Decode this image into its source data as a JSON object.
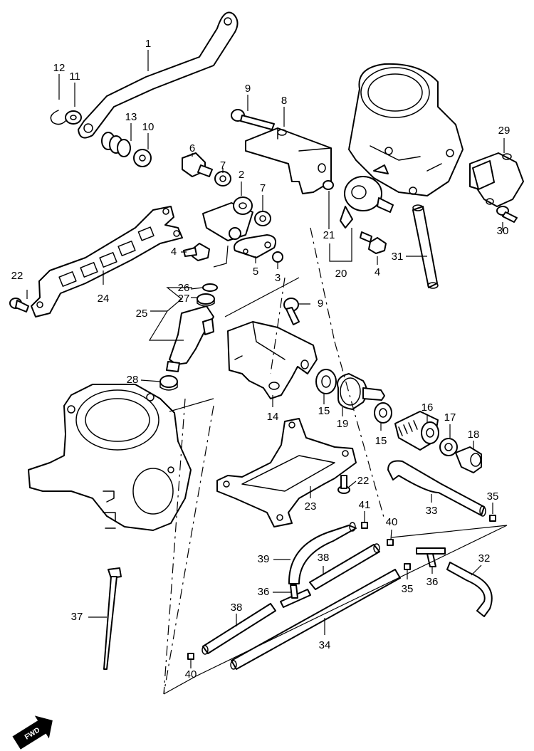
{
  "diagram": {
    "type": "exploded parts diagram",
    "fwd_label": "FWD",
    "callouts": [
      {
        "id": "c1",
        "text": "1"
      },
      {
        "id": "c2",
        "text": "2"
      },
      {
        "id": "c3",
        "text": "3"
      },
      {
        "id": "c4a",
        "text": "4"
      },
      {
        "id": "c4b",
        "text": "4"
      },
      {
        "id": "c5",
        "text": "5"
      },
      {
        "id": "c6",
        "text": "6"
      },
      {
        "id": "c7a",
        "text": "7"
      },
      {
        "id": "c7b",
        "text": "7"
      },
      {
        "id": "c8",
        "text": "8"
      },
      {
        "id": "c9a",
        "text": "9"
      },
      {
        "id": "c9b",
        "text": "9"
      },
      {
        "id": "c10",
        "text": "10"
      },
      {
        "id": "c11",
        "text": "11"
      },
      {
        "id": "c12",
        "text": "12"
      },
      {
        "id": "c13",
        "text": "13"
      },
      {
        "id": "c14",
        "text": "14"
      },
      {
        "id": "c15a",
        "text": "15"
      },
      {
        "id": "c15b",
        "text": "15"
      },
      {
        "id": "c16",
        "text": "16"
      },
      {
        "id": "c17",
        "text": "17"
      },
      {
        "id": "c18",
        "text": "18"
      },
      {
        "id": "c19",
        "text": "19"
      },
      {
        "id": "c20",
        "text": "20"
      },
      {
        "id": "c21",
        "text": "21"
      },
      {
        "id": "c22a",
        "text": "22"
      },
      {
        "id": "c22b",
        "text": "22"
      },
      {
        "id": "c23",
        "text": "23"
      },
      {
        "id": "c24",
        "text": "24"
      },
      {
        "id": "c25",
        "text": "25"
      },
      {
        "id": "c26",
        "text": "26"
      },
      {
        "id": "c27",
        "text": "27"
      },
      {
        "id": "c28",
        "text": "28"
      },
      {
        "id": "c29",
        "text": "29"
      },
      {
        "id": "c30",
        "text": "30"
      },
      {
        "id": "c31",
        "text": "31"
      },
      {
        "id": "c32",
        "text": "32"
      },
      {
        "id": "c33",
        "text": "33"
      },
      {
        "id": "c34",
        "text": "34"
      },
      {
        "id": "c35a",
        "text": "35"
      },
      {
        "id": "c35b",
        "text": "35"
      },
      {
        "id": "c36a",
        "text": "36"
      },
      {
        "id": "c36b",
        "text": "36"
      },
      {
        "id": "c37",
        "text": "37"
      },
      {
        "id": "c38a",
        "text": "38"
      },
      {
        "id": "c38b",
        "text": "38"
      },
      {
        "id": "c39",
        "text": "39"
      },
      {
        "id": "c40a",
        "text": "40"
      },
      {
        "id": "c40b",
        "text": "40"
      },
      {
        "id": "c41",
        "text": "41"
      }
    ]
  }
}
